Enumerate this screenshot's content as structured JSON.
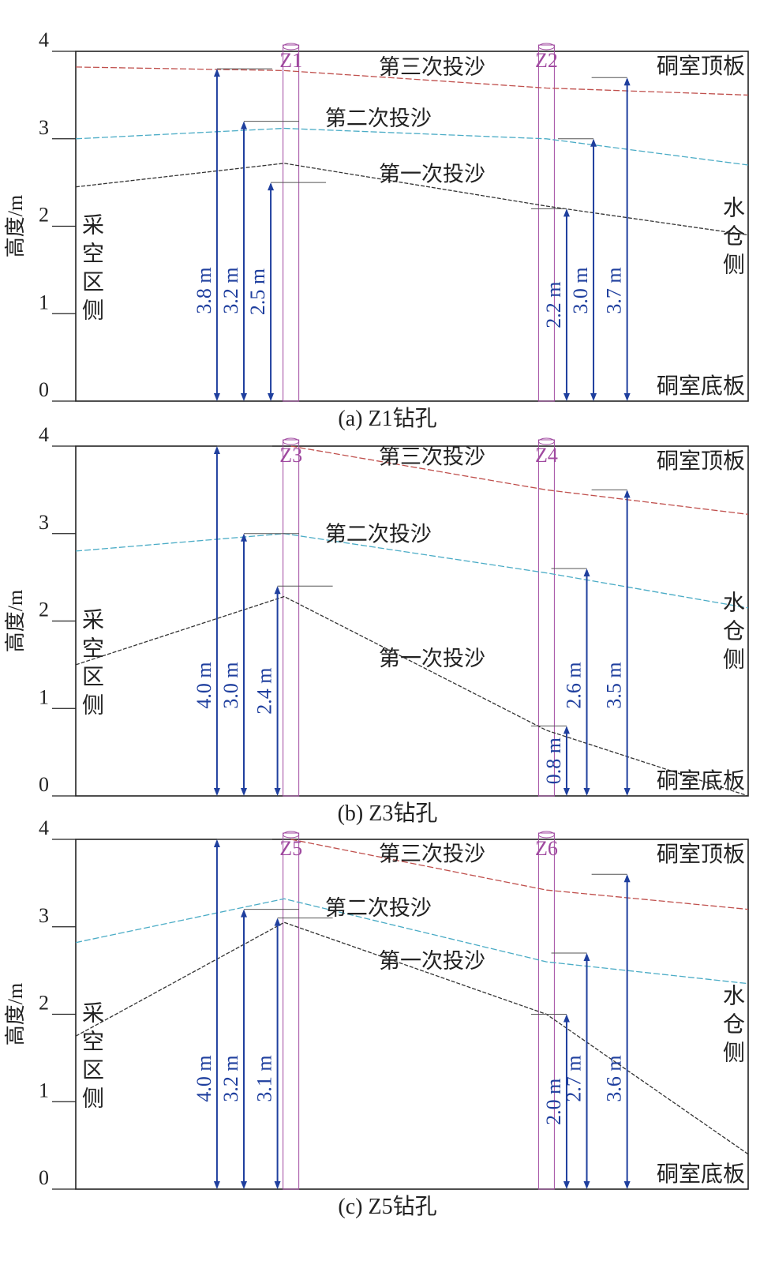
{
  "figure": {
    "y_axis_label": "高度/m",
    "y_ticks": [
      "0",
      "1",
      "2",
      "3",
      "4"
    ],
    "label_left": "采空区侧",
    "label_right": "水仓侧",
    "label_roof": "硐室顶板",
    "label_floor": "硐室底板",
    "colors": {
      "frame": "#222222",
      "third_line": "#c0504d",
      "second_line": "#4bacc6",
      "first_line": "#333333",
      "dimension": "#1f3f9e",
      "borehole": "#a04aa0"
    }
  },
  "chart_data": [
    {
      "type": "line",
      "caption": "(a) Z1钻孔",
      "ylim": [
        0,
        4
      ],
      "boreholes": [
        {
          "name": "Z1",
          "x": 0.32
        },
        {
          "name": "Z2",
          "x": 0.7
        }
      ],
      "series": [
        {
          "name": "第三次投沙",
          "color": "#c0504d",
          "points": [
            [
              0,
              3.82
            ],
            [
              0.31,
              3.78
            ],
            [
              0.7,
              3.58
            ],
            [
              1.0,
              3.5
            ]
          ]
        },
        {
          "name": "第二次投沙",
          "color": "#4bacc6",
          "points": [
            [
              0,
              3.0
            ],
            [
              0.31,
              3.12
            ],
            [
              0.7,
              3.0
            ],
            [
              1.0,
              2.7
            ]
          ]
        },
        {
          "name": "第一次投沙",
          "color": "#333333",
          "points": [
            [
              0,
              2.45
            ],
            [
              0.31,
              2.72
            ],
            [
              0.7,
              2.23
            ],
            [
              1.0,
              1.9
            ]
          ]
        }
      ],
      "dimensions": [
        {
          "label": "3.8 m",
          "value": 3.8,
          "x": 0.21
        },
        {
          "label": "3.2 m",
          "value": 3.2,
          "x": 0.25
        },
        {
          "label": "2.5 m",
          "value": 2.5,
          "x": 0.29
        },
        {
          "label": "2.2 m",
          "value": 2.2,
          "x": 0.73
        },
        {
          "label": "3.0 m",
          "value": 3.0,
          "x": 0.77
        },
        {
          "label": "3.7 m",
          "value": 3.7,
          "x": 0.82
        }
      ]
    },
    {
      "type": "line",
      "caption": "(b) Z3钻孔",
      "ylim": [
        0,
        4
      ],
      "boreholes": [
        {
          "name": "Z3",
          "x": 0.32
        },
        {
          "name": "Z4",
          "x": 0.7
        }
      ],
      "series": [
        {
          "name": "第三次投沙",
          "color": "#c0504d",
          "points": [
            [
              0.32,
              4.0
            ],
            [
              0.7,
              3.5
            ],
            [
              1.0,
              3.22
            ]
          ]
        },
        {
          "name": "第二次投沙",
          "color": "#4bacc6",
          "points": [
            [
              0,
              2.8
            ],
            [
              0.31,
              3.0
            ],
            [
              0.7,
              2.55
            ],
            [
              1.0,
              2.15
            ]
          ]
        },
        {
          "name": "第一次投沙",
          "color": "#333333",
          "points": [
            [
              0,
              1.5
            ],
            [
              0.31,
              2.28
            ],
            [
              0.7,
              0.75
            ],
            [
              1.0,
              0.0
            ]
          ]
        }
      ],
      "dimensions": [
        {
          "label": "4.0 m",
          "value": 4.0,
          "x": 0.21
        },
        {
          "label": "3.0 m",
          "value": 3.0,
          "x": 0.25
        },
        {
          "label": "2.4 m",
          "value": 2.4,
          "x": 0.3
        },
        {
          "label": "0.8 m",
          "value": 0.8,
          "x": 0.73
        },
        {
          "label": "2.6 m",
          "value": 2.6,
          "x": 0.76
        },
        {
          "label": "3.5 m",
          "value": 3.5,
          "x": 0.82
        }
      ]
    },
    {
      "type": "line",
      "caption": "(c) Z5钻孔",
      "ylim": [
        0,
        4
      ],
      "boreholes": [
        {
          "name": "Z5",
          "x": 0.32
        },
        {
          "name": "Z6",
          "x": 0.7
        }
      ],
      "series": [
        {
          "name": "第三次投沙",
          "color": "#c0504d",
          "points": [
            [
              0.32,
              4.0
            ],
            [
              0.7,
              3.42
            ],
            [
              1.0,
              3.2
            ]
          ]
        },
        {
          "name": "第二次投沙",
          "color": "#4bacc6",
          "points": [
            [
              0,
              2.82
            ],
            [
              0.31,
              3.32
            ],
            [
              0.7,
              2.6
            ],
            [
              1.0,
              2.35
            ]
          ]
        },
        {
          "name": "第一次投沙",
          "color": "#333333",
          "points": [
            [
              0,
              1.75
            ],
            [
              0.31,
              3.05
            ],
            [
              0.7,
              2.0
            ],
            [
              1.0,
              0.4
            ]
          ]
        }
      ],
      "dimensions": [
        {
          "label": "4.0 m",
          "value": 4.0,
          "x": 0.21
        },
        {
          "label": "3.2 m",
          "value": 3.2,
          "x": 0.25
        },
        {
          "label": "3.1 m",
          "value": 3.1,
          "x": 0.3
        },
        {
          "label": "2.0 m",
          "value": 2.0,
          "x": 0.73
        },
        {
          "label": "2.7 m",
          "value": 2.7,
          "x": 0.76
        },
        {
          "label": "3.6 m",
          "value": 3.6,
          "x": 0.82
        }
      ]
    }
  ]
}
